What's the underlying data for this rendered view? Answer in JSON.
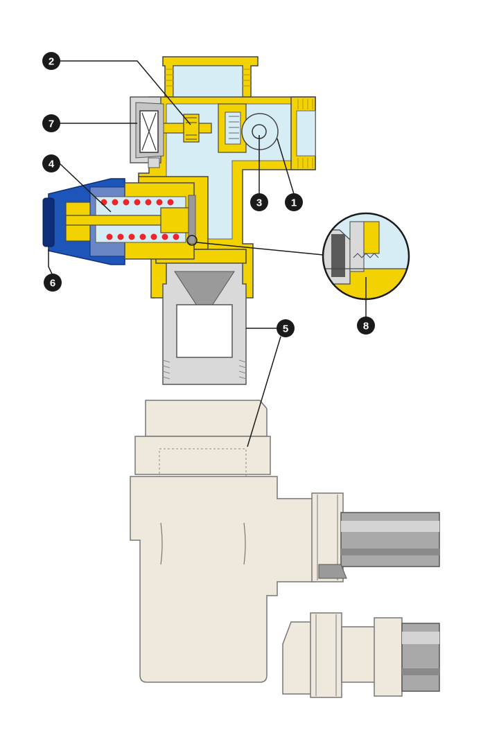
{
  "colors": {
    "background": "#ffffff",
    "brass": "#f2d200",
    "brass_dark": "#c9a600",
    "water": "#d6edf5",
    "blue_knob": "#1d55b8",
    "blue_dark": "#0e2f78",
    "spring_red": "#e8262b",
    "grey_part": "#d9d9d9",
    "grey_dark": "#9a9a9a",
    "beige_trap": "#efe8dc",
    "pipe_grey": "#a9a9a9",
    "callout_black": "#1a1a1a"
  },
  "callouts": [
    {
      "number": "1",
      "name": "callout-1"
    },
    {
      "number": "2",
      "name": "callout-2"
    },
    {
      "number": "3",
      "name": "callout-3"
    },
    {
      "number": "4",
      "name": "callout-4"
    },
    {
      "number": "5",
      "name": "callout-5"
    },
    {
      "number": "6",
      "name": "callout-6"
    },
    {
      "number": "7",
      "name": "callout-7"
    },
    {
      "number": "8",
      "name": "callout-8"
    }
  ]
}
